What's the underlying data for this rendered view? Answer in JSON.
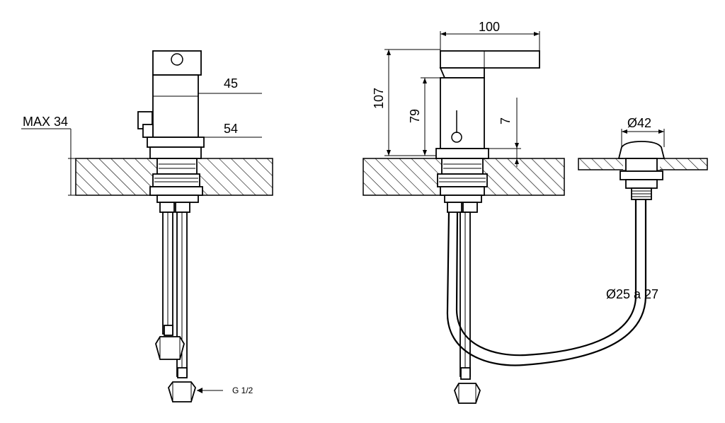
{
  "dimensions": {
    "max_deck": "MAX 34",
    "body_width": "45",
    "base_width": "54",
    "spout_length": "100",
    "total_height": "107",
    "body_height": "79",
    "base_height": "7",
    "plug_diameter": "Ø42",
    "hole_diameter": "Ø25 a 27",
    "connection_thread": "G 1/2"
  },
  "colors": {
    "line": "#000000",
    "background": "#ffffff"
  }
}
